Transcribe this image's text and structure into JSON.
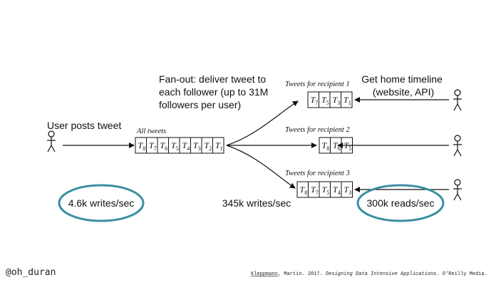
{
  "labels": {
    "fan_out": [
      "Fan-out: deliver tweet to",
      "each follower (up to 31M",
      "followers per user)"
    ],
    "user_posts": "User posts tweet",
    "all_tweets": "All tweets",
    "home_timeline": [
      "Get home timeline",
      "(website, API)"
    ],
    "writes_left": "4.6k writes/sec",
    "writes_mid": "345k writes/sec",
    "reads": "300k reads/sec"
  },
  "queues": {
    "all": {
      "title": "All tweets",
      "items": [
        "8",
        "7",
        "6",
        "5",
        "4",
        "3",
        "2",
        "1"
      ]
    },
    "recipients": [
      {
        "title": "Tweets for recipient 1",
        "items": [
          "7",
          "5",
          "3",
          "1"
        ]
      },
      {
        "title": "Tweets for recipient 2",
        "items": [
          "8",
          "6",
          "5"
        ]
      },
      {
        "title": "Tweets for recipient 3",
        "items": [
          "8",
          "7",
          "5",
          "4",
          "3"
        ]
      }
    ]
  },
  "footer": {
    "handle": "@oh_duran",
    "citation_author": "Kleppmann",
    "citation_rest": ", Martin. 2017. ",
    "citation_title": "Designing Data Intensive Applications",
    "citation_publisher": ". O'Reilly Media."
  },
  "colors": {
    "ellipse": "#3a8fa3",
    "line": "#111111"
  }
}
